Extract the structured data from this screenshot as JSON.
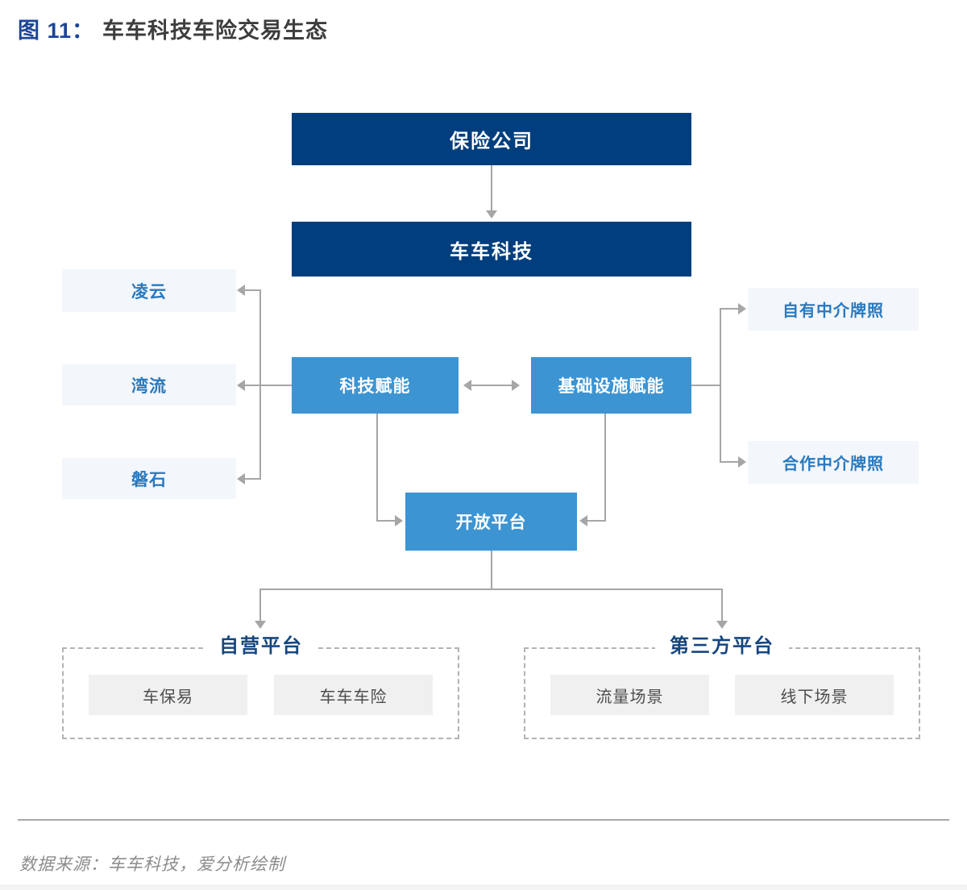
{
  "header": {
    "figure_label": "图 11：",
    "title": "车车科技车险交易生态"
  },
  "diagram": {
    "insurance_company": "保险公司",
    "cheche_tech": "车车科技",
    "tech_enable": "科技赋能",
    "infra_enable": "基础设施赋能",
    "open_platform": "开放平台",
    "left_products": [
      "凌云",
      "湾流",
      "磐石"
    ],
    "licenses": [
      "自有中介牌照",
      "合作中介牌照"
    ],
    "self_platform": {
      "title": "自营平台",
      "items": [
        "车保易",
        "车车车险"
      ]
    },
    "third_party_platform": {
      "title": "第三方平台",
      "items": [
        "流量场景",
        "线下场景"
      ]
    }
  },
  "footer": {
    "source": "数据来源：车车科技，爱分析绘制"
  },
  "colors": {
    "navy": "#003e7e",
    "blue": "#3d94d2",
    "light_box_bg": "#f3f6fb",
    "light_box_text": "#2979be",
    "gray_box_bg": "#f0f0f0",
    "section_title": "#16467e",
    "figure_label": "#1d4597",
    "line": "#a6a6a6"
  }
}
